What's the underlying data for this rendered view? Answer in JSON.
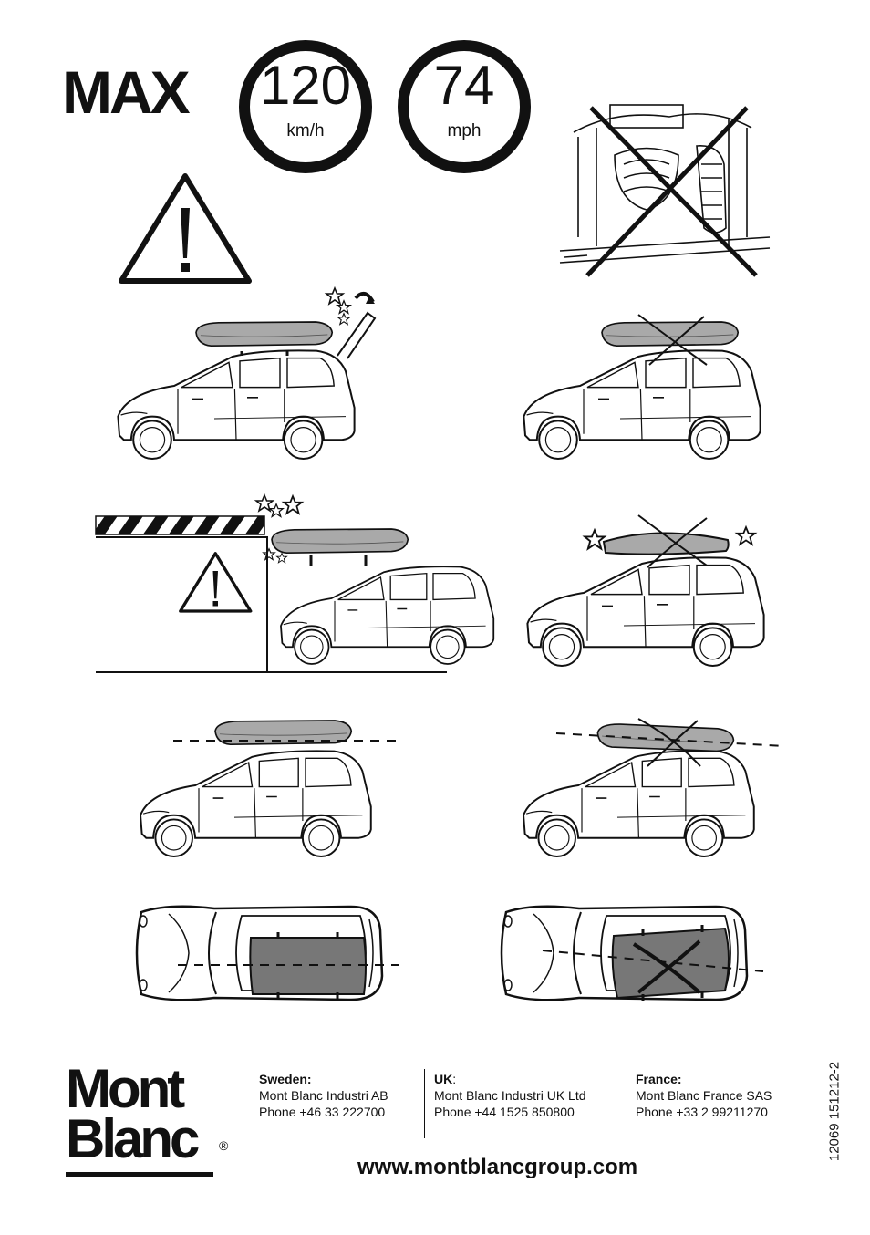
{
  "header": {
    "max_label": "MAX",
    "speed_kmh": {
      "value": "120",
      "unit": "km/h"
    },
    "speed_mph": {
      "value": "74",
      "unit": "mph"
    }
  },
  "footer": {
    "logo_line1": "Mont",
    "logo_line2": "Blanc",
    "logo_registered": "®",
    "contacts": [
      {
        "country": "Sweden:",
        "company": "Mont Blanc Industri AB",
        "phone": "Phone +46 33 222700"
      },
      {
        "country": "UK",
        "country_suffix": ":",
        "company": "Mont Blanc Industri UK Ltd",
        "phone": "Phone +44 1525 850800"
      },
      {
        "country": "France:",
        "company": "Mont Blanc France SAS",
        "phone": "Phone +33 2 99211270"
      }
    ],
    "website": "www.montblancgroup.com",
    "document_number": "12069 151212-2"
  },
  "colors": {
    "ink": "#111111",
    "box_gray": "#a9a9a9",
    "box_dark_gray": "#777777",
    "background": "#ffffff"
  },
  "icons": [
    "warning-triangle-icon",
    "no-car-wash-icon",
    "cross-mark-icon",
    "impact-stars-icon"
  ]
}
